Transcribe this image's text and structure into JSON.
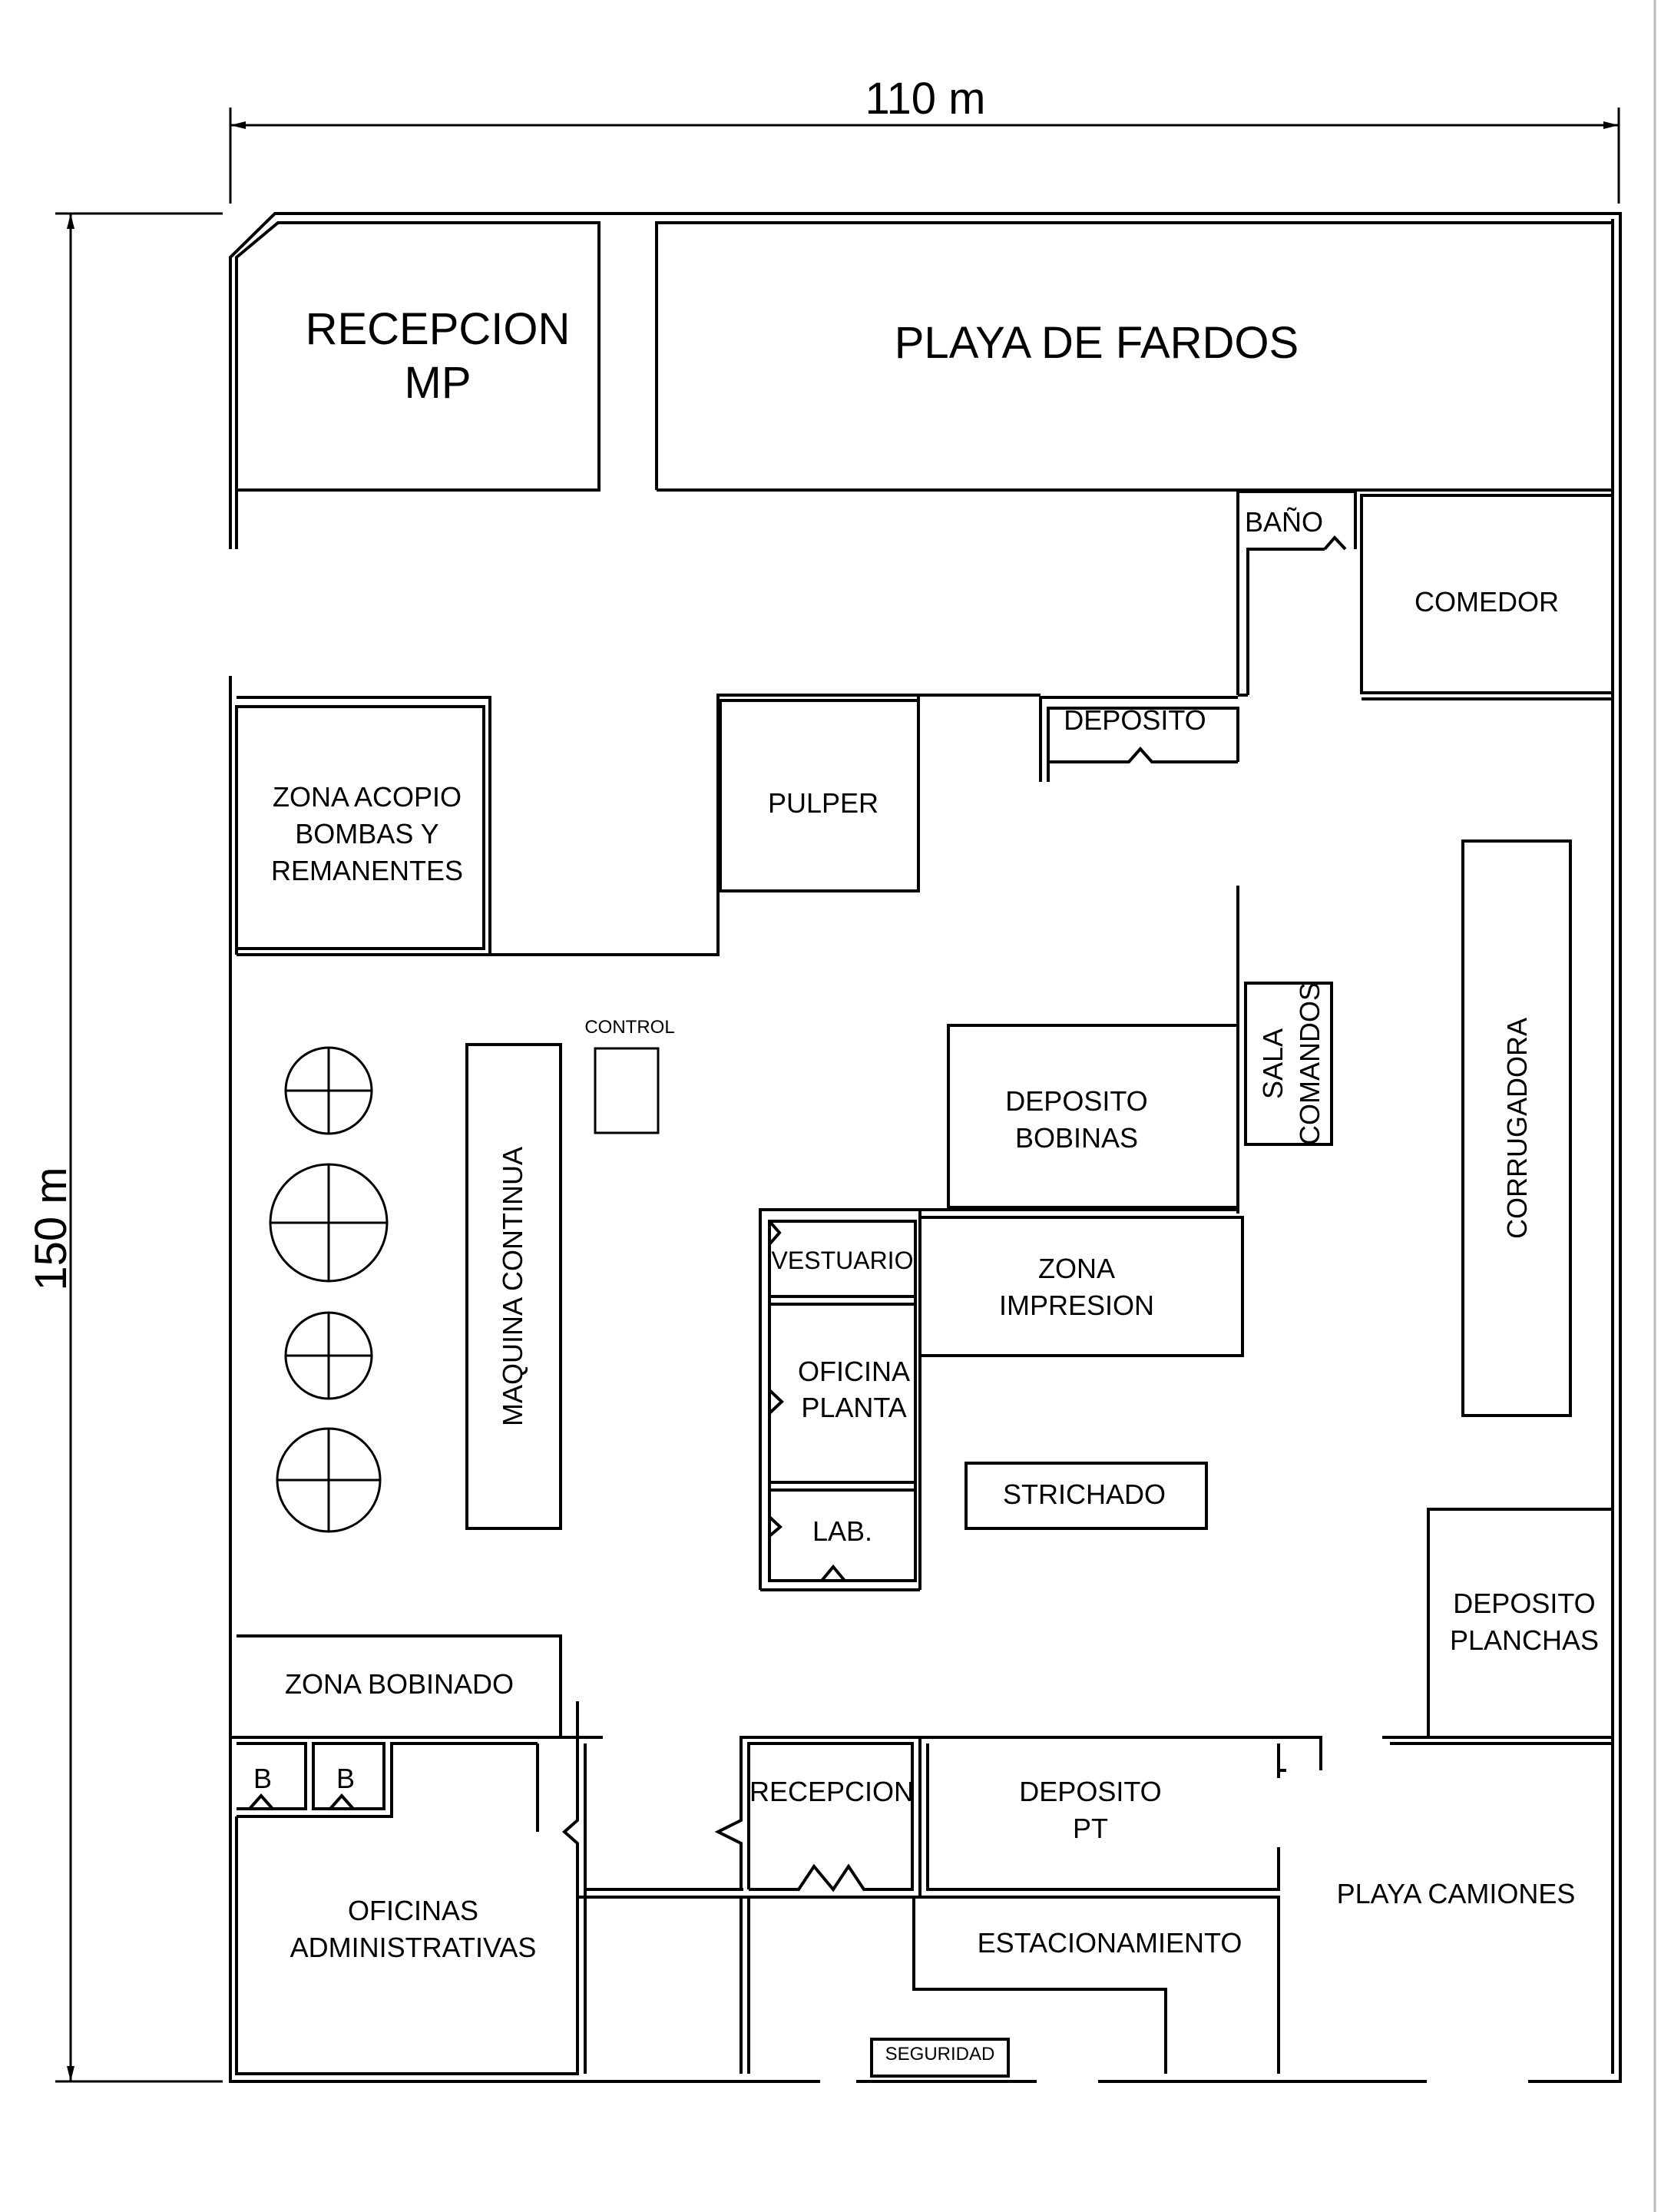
{
  "dimensions": {
    "width": "110 m",
    "height": "150 m"
  },
  "rooms": {
    "recepcion_mp": [
      "RECEPCION",
      "MP"
    ],
    "playa_fardos": "PLAYA DE FARDOS",
    "bano": "BAÑO",
    "comedor": "COMEDOR",
    "deposito": "DEPOSITO",
    "pulper": "PULPER",
    "zona_acopio": [
      "ZONA ACOPIO",
      "BOMBAS Y",
      "REMANENTES"
    ],
    "control": "CONTROL",
    "maquina_continua": "MAQUINA CONTINUA",
    "deposito_bobinas": [
      "DEPOSITO",
      "BOBINAS"
    ],
    "sala_comandos": [
      "SALA",
      "COMANDOS"
    ],
    "corrugadora": "CORRUGADORA",
    "vestuario": "VESTUARIO",
    "zona_impresion": [
      "ZONA",
      "IMPRESION"
    ],
    "oficina_planta": [
      "OFICINA",
      "PLANTA"
    ],
    "strichado": "STRICHADO",
    "lab": "LAB.",
    "deposito_planchas": [
      "DEPOSITO",
      "PLANCHAS"
    ],
    "zona_bobinado": "ZONA BOBINADO",
    "bano_b1": "B",
    "bano_b2": "B",
    "recepcion": "RECEPCION",
    "deposito_pt": [
      "DEPOSITO",
      "PT"
    ],
    "playa_camiones": "PLAYA CAMIONES",
    "oficinas_admin": [
      "OFICINAS",
      "ADMINISTRATIVAS"
    ],
    "estacionamiento": "ESTACIONAMIENTO",
    "seguridad": "SEGURIDAD"
  }
}
